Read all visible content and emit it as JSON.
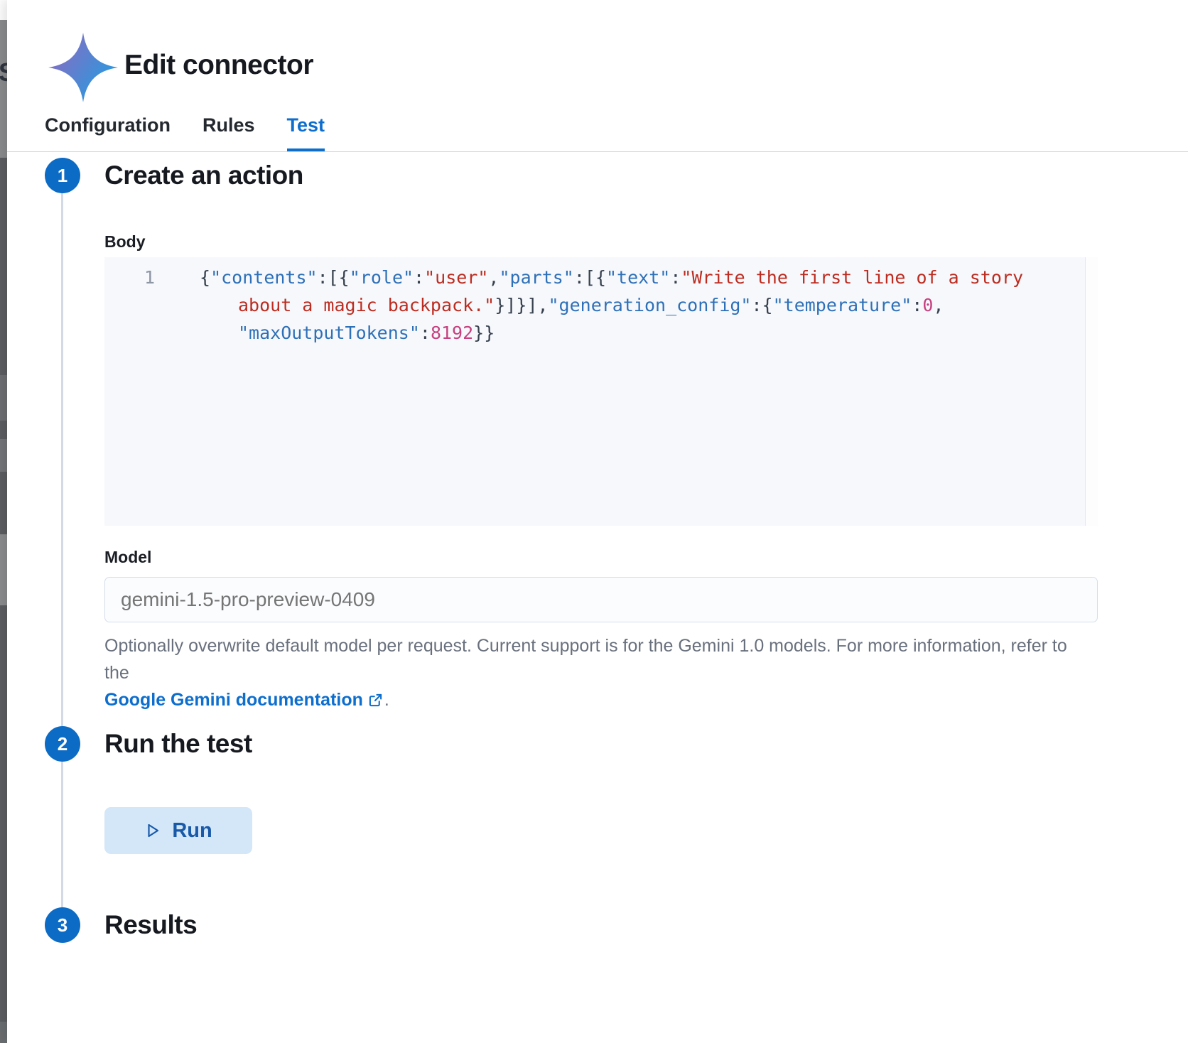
{
  "header": {
    "title": "Edit connector",
    "icon": "gemini-sparkle-icon",
    "tabs": [
      {
        "label": "Configuration",
        "active": false
      },
      {
        "label": "Rules",
        "active": false
      },
      {
        "label": "Test",
        "active": true
      }
    ]
  },
  "steps": {
    "one": {
      "number": "1",
      "title": "Create an action"
    },
    "two": {
      "number": "2",
      "title": "Run the test"
    },
    "three": {
      "number": "3",
      "title": "Results"
    }
  },
  "body_field": {
    "label": "Body",
    "lines": [
      {
        "number": "1",
        "wrapped": false,
        "tokens": [
          {
            "t": "p",
            "v": "{"
          },
          {
            "t": "k",
            "v": "\"contents\""
          },
          {
            "t": "p",
            "v": ":[{"
          },
          {
            "t": "k",
            "v": "\"role\""
          },
          {
            "t": "p",
            "v": ":"
          },
          {
            "t": "s",
            "v": "\"user\""
          },
          {
            "t": "p",
            "v": ","
          },
          {
            "t": "k",
            "v": "\"parts\""
          },
          {
            "t": "p",
            "v": ":[{"
          },
          {
            "t": "k",
            "v": "\"text\""
          },
          {
            "t": "p",
            "v": ":"
          },
          {
            "t": "s",
            "v": "\"Write the first line of a story"
          }
        ]
      },
      {
        "number": "",
        "wrapped": true,
        "tokens": [
          {
            "t": "s",
            "v": "about a magic backpack.\""
          },
          {
            "t": "p",
            "v": "}]}],"
          },
          {
            "t": "k",
            "v": "\"generation_config\""
          },
          {
            "t": "p",
            "v": ":{"
          },
          {
            "t": "k",
            "v": "\"temperature\""
          },
          {
            "t": "p",
            "v": ":"
          },
          {
            "t": "n",
            "v": "0"
          },
          {
            "t": "p",
            "v": ","
          }
        ]
      },
      {
        "number": "",
        "wrapped": true,
        "tokens": [
          {
            "t": "k",
            "v": "\"maxOutputTokens\""
          },
          {
            "t": "p",
            "v": ":"
          },
          {
            "t": "n",
            "v": "8192"
          },
          {
            "t": "p",
            "v": "}}"
          }
        ]
      }
    ]
  },
  "model_field": {
    "label": "Model",
    "value": "gemini-1.5-pro-preview-0409",
    "help_text": "Optionally overwrite default model per request. Current support is for the Gemini 1.0 models. For more information, refer to the",
    "link_label": "Google Gemini documentation",
    "link_suffix": "."
  },
  "run_section": {
    "button_label": "Run",
    "button_icon": "play-icon"
  },
  "background_page": {
    "partial_text": "S"
  },
  "colors": {
    "accent_blue": "#0d6ecd",
    "step_circle_blue": "#0c6bc5",
    "run_button_bg": "#d3e7f9",
    "run_button_text": "#1959a8",
    "code_key": "#2e70b8",
    "code_string": "#bd2c20",
    "code_number": "#c6417f",
    "code_punctuation": "#37404d",
    "editor_bg": "#f6f8fc",
    "helper_text": "#69707d",
    "gemini_gradient_start": "#9168C0",
    "gemini_gradient_mid": "#5684D1",
    "gemini_gradient_end": "#1BA1E3"
  }
}
